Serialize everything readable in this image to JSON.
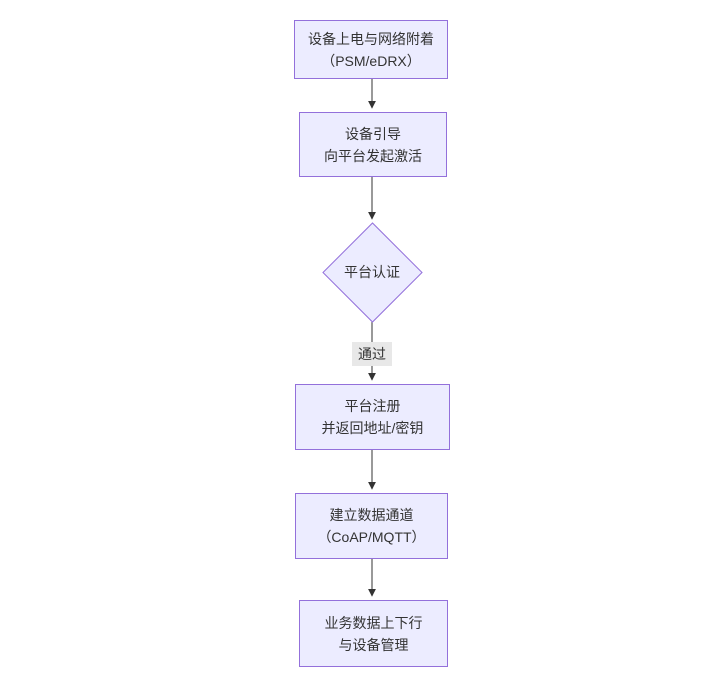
{
  "diagram": {
    "title": "",
    "nodes": [
      {
        "id": "power-attach",
        "type": "rect",
        "lines": [
          "设备上电与网络附着",
          "（PSM/eDRX）"
        ]
      },
      {
        "id": "bootstrap",
        "type": "rect",
        "lines": [
          "设备引导",
          "向平台发起激活"
        ]
      },
      {
        "id": "platform-auth",
        "type": "diamond",
        "lines": [
          "平台认证"
        ]
      },
      {
        "id": "register",
        "type": "rect",
        "lines": [
          "平台注册",
          "并返回地址/密钥"
        ]
      },
      {
        "id": "data-channel",
        "type": "rect",
        "lines": [
          "建立数据通道",
          "（CoAP/MQTT）"
        ]
      },
      {
        "id": "business",
        "type": "rect",
        "lines": [
          "业务数据上下行",
          "与设备管理"
        ]
      }
    ],
    "edges": [
      {
        "from": "power-attach",
        "to": "bootstrap",
        "label": ""
      },
      {
        "from": "bootstrap",
        "to": "platform-auth",
        "label": ""
      },
      {
        "from": "platform-auth",
        "to": "register",
        "label": "通过"
      },
      {
        "from": "register",
        "to": "data-channel",
        "label": ""
      },
      {
        "from": "data-channel",
        "to": "business",
        "label": ""
      }
    ],
    "colors": {
      "node_fill": "#ECECFF",
      "node_border": "#9370DB",
      "text": "#333333",
      "arrow": "#333333",
      "edge_label_bg": "#e8e8e8",
      "background": "#ffffff"
    }
  }
}
